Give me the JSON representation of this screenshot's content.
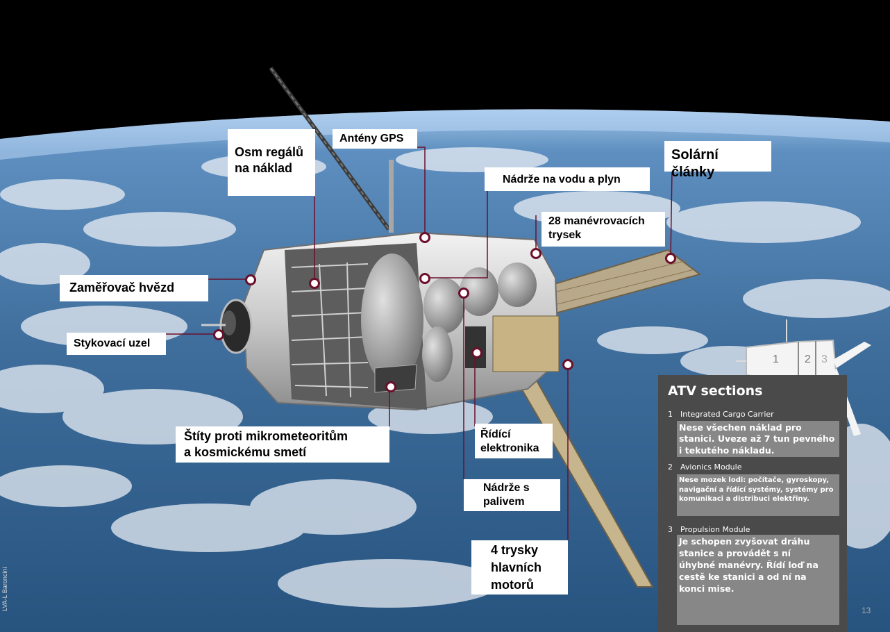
{
  "labels": {
    "gps": "Antény GPS",
    "shelves_1": "Osm regálů",
    "shelves_2": "na náklad",
    "solar": "Solární články",
    "tanks_water_gas": "Nádrže na vodu a plyn",
    "thrusters_1": "28 manévrovacích",
    "thrusters_2": "trysek",
    "star_tracker": "Zaměřovač hvězd",
    "docking": "Stykovací uzel",
    "shields_1": "Štíty proti mikrometeoritům",
    "shields_2": "a kosmickému smetí",
    "electronics_1": "Řídící",
    "electronics_2": "elektronika",
    "fuel_1": "Nádrže s",
    "fuel_2": "palivem",
    "engines_1": "4 trysky",
    "engines_2": "hlavních",
    "engines_3": "motorů"
  },
  "panel": {
    "title": "ATV sections",
    "diagram_numbers": [
      "1",
      "2",
      "3"
    ],
    "sections": [
      {
        "number": "1",
        "name": "Integrated Cargo Carrier",
        "text": "Nese všechen náklad pro stanici. Uveze až 7 tun pevného i tekutého nákladu."
      },
      {
        "number": "2",
        "name": "Avionics Module",
        "text": "Nese mozek lodi: počítače, gyroskopy, navigační a řídící systémy, systémy pro komunikaci a distribuci elektřiny."
      },
      {
        "number": "3",
        "name": "Propulsion Module",
        "text": "Je schopen zvyšovat dráhu stanice a provádět s ní úhybné manévry. Řídí loď na cestě ke stanici a od ní na konci mise."
      }
    ]
  },
  "page_number": "13",
  "credit": "LVA-L Baroncini",
  "colors": {
    "marker_ring": "#6b0f2a",
    "panel_bg": "#4a4a4a",
    "section_box": "#878787"
  }
}
